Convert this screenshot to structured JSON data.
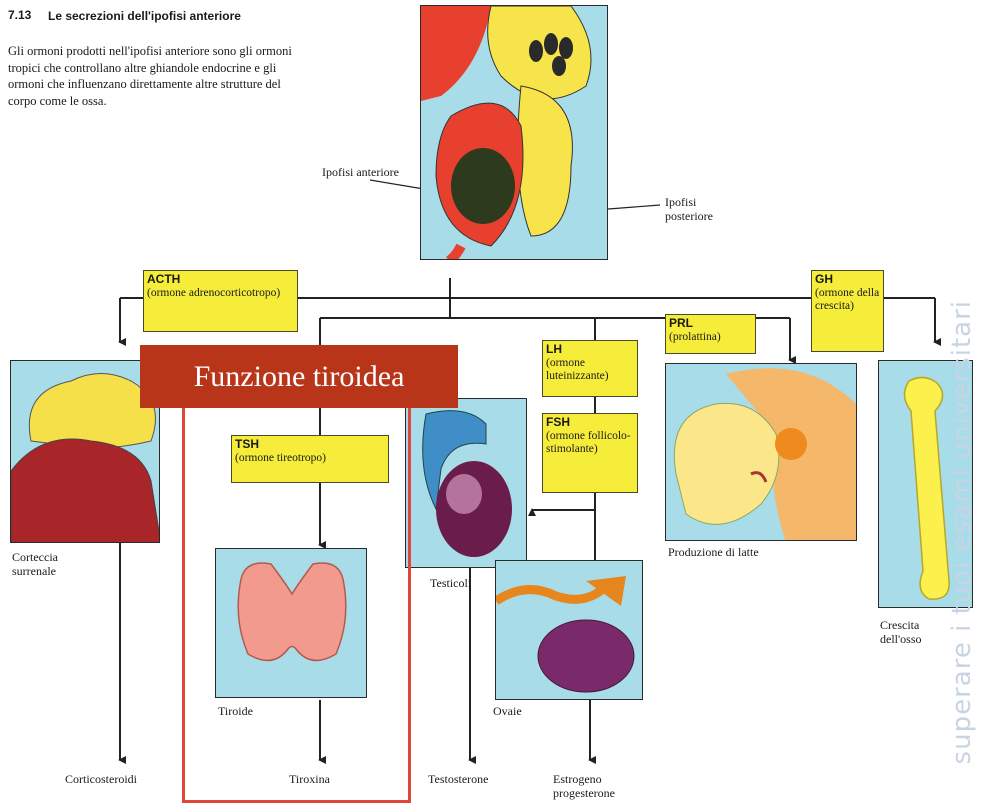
{
  "figure": {
    "number": "7.13",
    "title": "Le secrezioni dell'ipofisi anteriore",
    "caption": "Gli ormoni prodotti nell'ipofisi anteriore sono gli ormoni tropici che controllano altre ghiandole endocrine e gli ormoni che influenzano direttamente altre strutture del corpo come le ossa."
  },
  "pituitary": {
    "anterior_label": "Ipofisi anteriore",
    "posterior_label": "Ipofisi posteriore"
  },
  "hormones": {
    "acth": {
      "abbr": "ACTH",
      "name": "(ormone adrenocorticotropo)"
    },
    "gh": {
      "abbr": "GH",
      "name": "(ormone della crescita)"
    },
    "prl": {
      "abbr": "PRL",
      "name": "(prolattina)"
    },
    "lh": {
      "abbr": "LH",
      "name": "(ormone luteinizzante)"
    },
    "fsh": {
      "abbr": "FSH",
      "name": "(ormone follicolo-stimolante)"
    },
    "tsh": {
      "abbr": "TSH",
      "name": "(ormone tireotropo)"
    }
  },
  "targets": {
    "adrenal_cortex": "Corteccia surrenale",
    "thyroid": "Tiroide",
    "testes": "Testicoli",
    "ovaries": "Ovaie",
    "milk": "Produzione di latte",
    "bone": "Crescita dell'osso"
  },
  "products": {
    "corticosteroids": "Corticosteroidi",
    "thyroxine": "Tiroxina",
    "testosterone": "Testosterone",
    "estrogen": "Estrogeno progesterone"
  },
  "overlay": {
    "banner": "Funzione tiroidea",
    "watermark": "superare i tuoi esami universitari"
  },
  "colors": {
    "hormone_box": "#f5ed3a",
    "banner": "#b8351a",
    "highlight_frame": "#e0463c",
    "panel_bg": "#a8dce8"
  }
}
